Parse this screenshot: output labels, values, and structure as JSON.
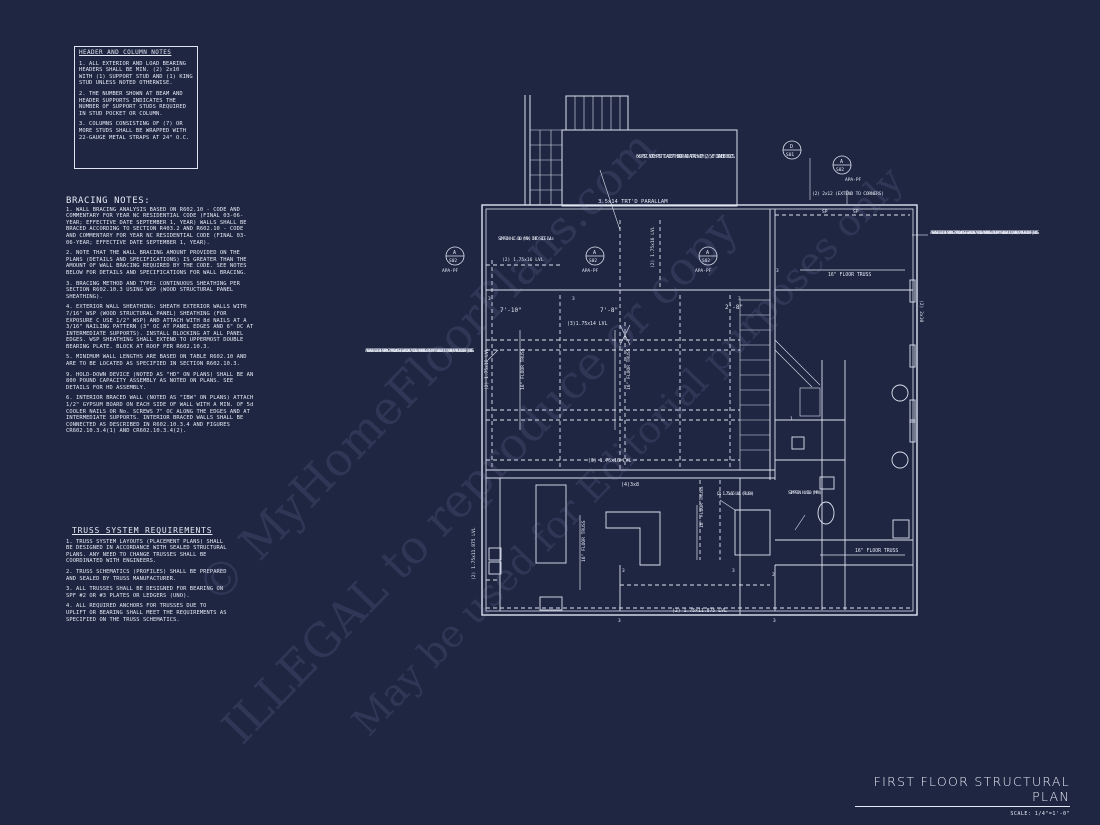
{
  "header_notes": {
    "title": "HEADER AND COLUMN NOTES",
    "items": [
      "1. ALL EXTERIOR AND LOAD BEARING HEADERS SHALL BE MIN. (2) 2x10 WITH (1) SUPPORT STUD AND (1) KING STUD UNLESS NOTED OTHERWISE.",
      "2. THE NUMBER SHOWN AT BEAM AND HEADER SUPPORTS INDICATES THE NUMBER OF SUPPORT STUDS REQUIRED IN STUD POCKET OR COLUMN.",
      "3. COLUMNS CONSISTING OF (7) OR MORE STUDS SHALL BE WRAPPED WITH 22-GAUGE METAL STRAPS AT 24\" O.C."
    ]
  },
  "bracing_notes": {
    "title": "BRACING NOTES:",
    "items": [
      "1. WALL BRACING ANALYSIS BASED ON R602.10 - CODE AND COMMENTARY FOR YEAR NC RESIDENTIAL CODE (FINAL 03-06-YEAR; EFFECTIVE DATE SEPTEMBER 1, YEAR) WALLS SHALL BE BRACED ACCORDING TO SECTION R403.2 AND R602.10 - CODE AND COMMENTARY FOR YEAR NC RESIDENTIAL CODE (FINAL 03-06-YEAR; EFFECTIVE DATE SEPTEMBER 1, YEAR).",
      "2. NOTE THAT THE WALL BRACING AMOUNT PROVIDED ON THE PLANS (DETAILS AND SPECIFICATIONS) IS GREATER THAN THE AMOUNT OF WALL BRACING REQUIRED BY THE CODE. SEE NOTES BELOW FOR DETAILS AND SPECIFICATIONS FOR WALL BRACING.",
      "3. BRACING METHOD AND TYPE: CONTINUOUS SHEATHING PER SECTION R602.10.3 USING WSP (WOOD STRUCTURAL PANEL SHEATHING).",
      "4. EXTERIOR WALL SHEATHING: SHEATH EXTERIOR WALLS WITH 7/16\" WSP (WOOD STRUCTURAL PANEL) SHEATHING (FOR EXPOSURE C USE 1/2\" WSP) AND ATTACH WITH 8d NAILS AT A 3/16\" NAILING PATTERN (3\" OC AT PANEL EDGES AND 6\" OC AT INTERMEDIATE SUPPORTS). INSTALL BLOCKING AT ALL PANEL EDGES. WSP SHEATHING SHALL EXTEND TO UPPERMOST DOUBLE BEARING PLATE. BLOCK AT ROOF PER R602.10.3.",
      "5. MINIMUM WALL LENGTHS ARE BASED ON TABLE R602.10 AND ARE TO BE LOCATED AS SPECIFIED IN SECTION R602.10.3.",
      "9. HOLD-DOWN DEVICE (NOTED AS \"HD\" ON PLANS) SHALL BE AN 800 POUND CAPACITY ASSEMBLY AS NOTED ON PLANS. SEE DETAILS FOR HD ASSEMBLY.",
      "6. INTERIOR BRACED WALL (NOTED AS \"IBW\" ON PLANS) ATTACH 1/2\" GYPSUM BOARD ON EACH SIDE OF WALL WITH A MIN. OF 5d COOLER NAILS OR No. SCREWS 7\" OC ALONG THE EDGES AND AT INTERMEDIATE SUPPORTS. INTERIOR BRACED WALLS SHALL BE CONNECTED AS DESCRIBED IN R602.10.3.4 AND FIGURES CR602.10.3.4(1) AND CR602.10.3.4(2)."
    ]
  },
  "truss_notes": {
    "title": "TRUSS SYSTEM REQUIREMENTS",
    "items": [
      "1. TRUSS SYSTEM LAYOUTS (PLACEMENT PLANS) SHALL BE DESIGNED IN ACCORDANCE WITH SEALED STRUCTURAL PLANS. ANY NEED TO CHANGE TRUSSES SHALL BE COORDINATED WITH ENGINEERS.",
      "2. TRUSS SCHEMATICS (PROFILES) SHALL BE PREPARED AND SEALED BY TRUSS MANUFACTURER.",
      "3. ALL TRUSSES SHALL BE DESIGNED FOR BEARING ON SPF #2 OR #3 PLATES OR LEDGERS (UNO).",
      "4. ALL REQUIRED ANCHORS FOR TRUSSES DUE TO UPLIFT OR BEARING SHALL MEET THE REQUIREMENTS AS SPECIFIED ON THE TRUSS SCHEMATICS."
    ]
  },
  "plan": {
    "beam_top": "3.5x14 TRT'D PARALLAM",
    "post_note": "6x6 POST. NOTCH POST TO ACCEPT HEADER AND ATTACH WITH (2) 5/8\" DIAMETER BOLTS.",
    "simpson_huc": "SIMPSON HUC 410 (MAX) INTO SIDE LVLs",
    "hdr_lvl_a": "(2) 1.75x16 LVL",
    "dim_a": "7'-10\"",
    "dim_b": "7'-8\"",
    "dim_c": "2'-8\"",
    "beam_mid": "(3)1.75x14 LVL",
    "beam_low": "(3) 1.75x16 LVL",
    "beam_left_v": "(2) 1.75x16 LVL",
    "beam_v_top": "(2) 1.75x16 LVL",
    "floor_truss": "16\" FLOOR TRUSS",
    "post_43": "(4)3x8",
    "hdr_flush": "(2) 1.75x16 LVL (FLUSH)",
    "simpson_hu": "SIMPSON HU410 (MAX)",
    "beam_bottom": "(2) 1.75x11.875 LVL",
    "beam_vert_bottom": "(2) 1.75x11.875 LVL",
    "hdr_2x10": "(2) 2x10",
    "hdr_2x12": "(2) 2x12 (EXTEND TO CORNERS)",
    "sp": "SP",
    "callout_ref": "A",
    "sheet_s02": "S02",
    "sheet_s01": "S01",
    "callout_d": "D",
    "apa": "APA-PF",
    "strap_note": "ATTACH BASE OF KING STUD WITH A SIMPSON CS22 STRAP DOWN ACROSS THE BAND AND DOWN TO A STUD BELOW OR HEADER BELOW. EXTEND STRAP 6\" MIN ALONG EACH STUD (OR HEADER) AND ATTACH EACH END WITH (7) 8d NAILS.",
    "num_3": "3",
    "num_2": "2",
    "num_1": "1"
  },
  "title_block": {
    "title": "FIRST FLOOR STRUCTURAL PLAN",
    "scale": "SCALE: 1/4\"=1'-0\""
  },
  "watermark": {
    "line1": "© MyHomeFloorPlans.com",
    "line2": "ILLEGAL to reproduce or copy",
    "line3": "May be used for Editorial purposes only"
  }
}
